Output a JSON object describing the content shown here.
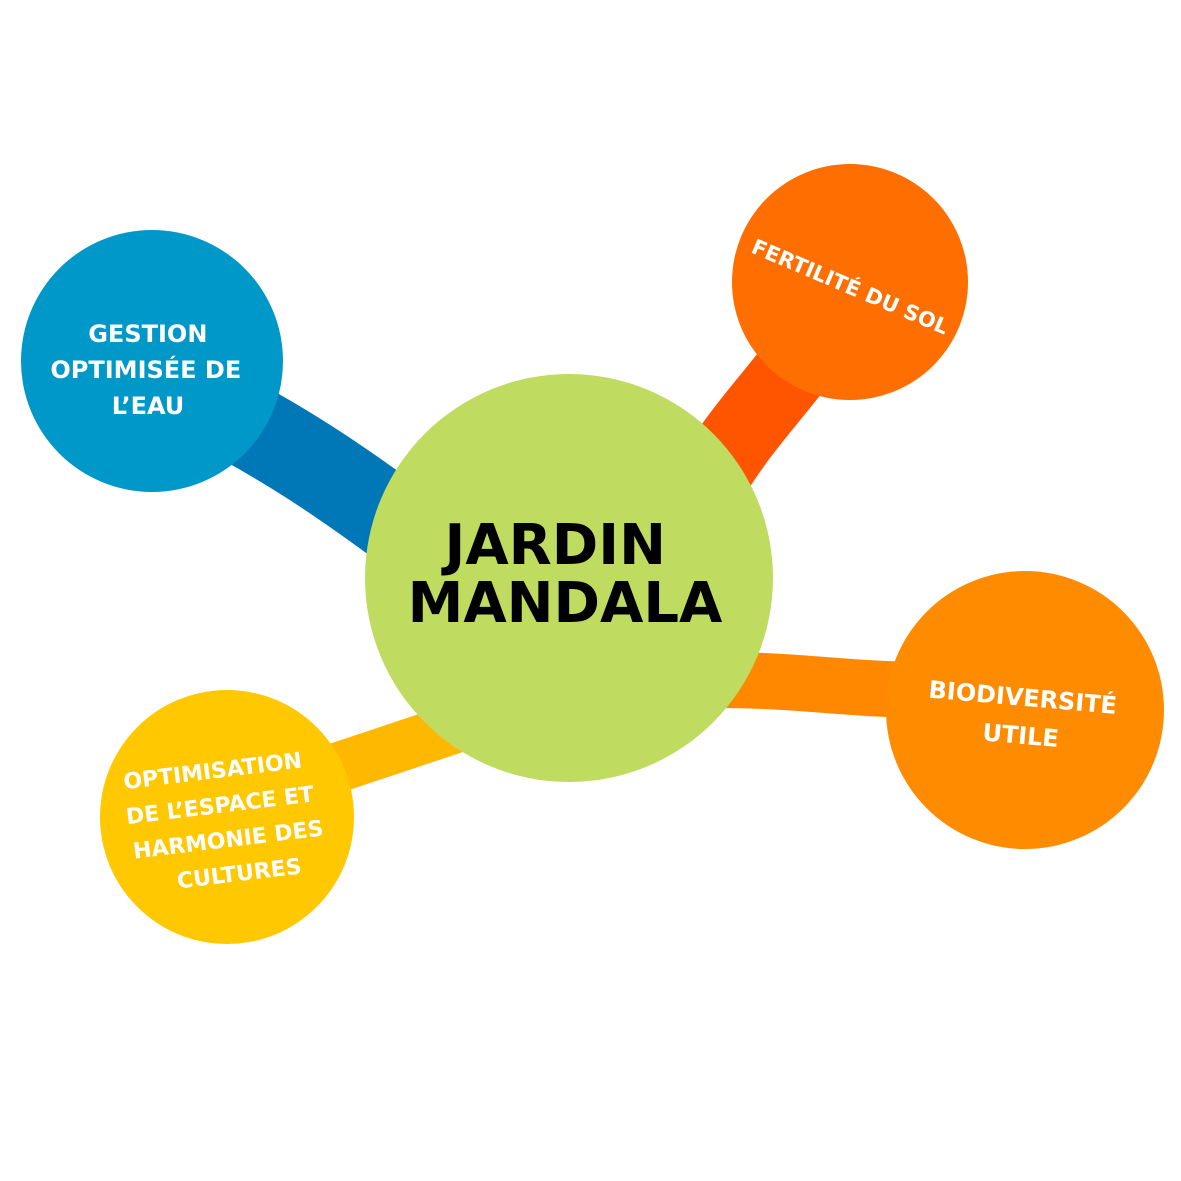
{
  "center": {
    "lines": [
      "JARDIN",
      "MANDALA"
    ],
    "color": "#BFDB60"
  },
  "nodes": [
    {
      "id": "water",
      "lines": [
        "GESTION",
        "OPTIMISÉE DE",
        "L’EAU"
      ],
      "color": "#0098C8",
      "link_color": "#0077B6"
    },
    {
      "id": "soil",
      "lines": [
        "FERTILITÉ DU SOL"
      ],
      "color": "#FF6E00",
      "link_color": "#FF5500"
    },
    {
      "id": "biodiversity",
      "lines": [
        "BIODIVERSITÉ",
        "UTILE"
      ],
      "color": "#FF8C00",
      "link_color": "#FF8800"
    },
    {
      "id": "space",
      "lines": [
        "OPTIMISATION",
        "DE L’ESPACE ET",
        "HARMONIE DES",
        "CULTURES"
      ],
      "color": "#FFC800",
      "link_color": "#FFB800"
    }
  ]
}
